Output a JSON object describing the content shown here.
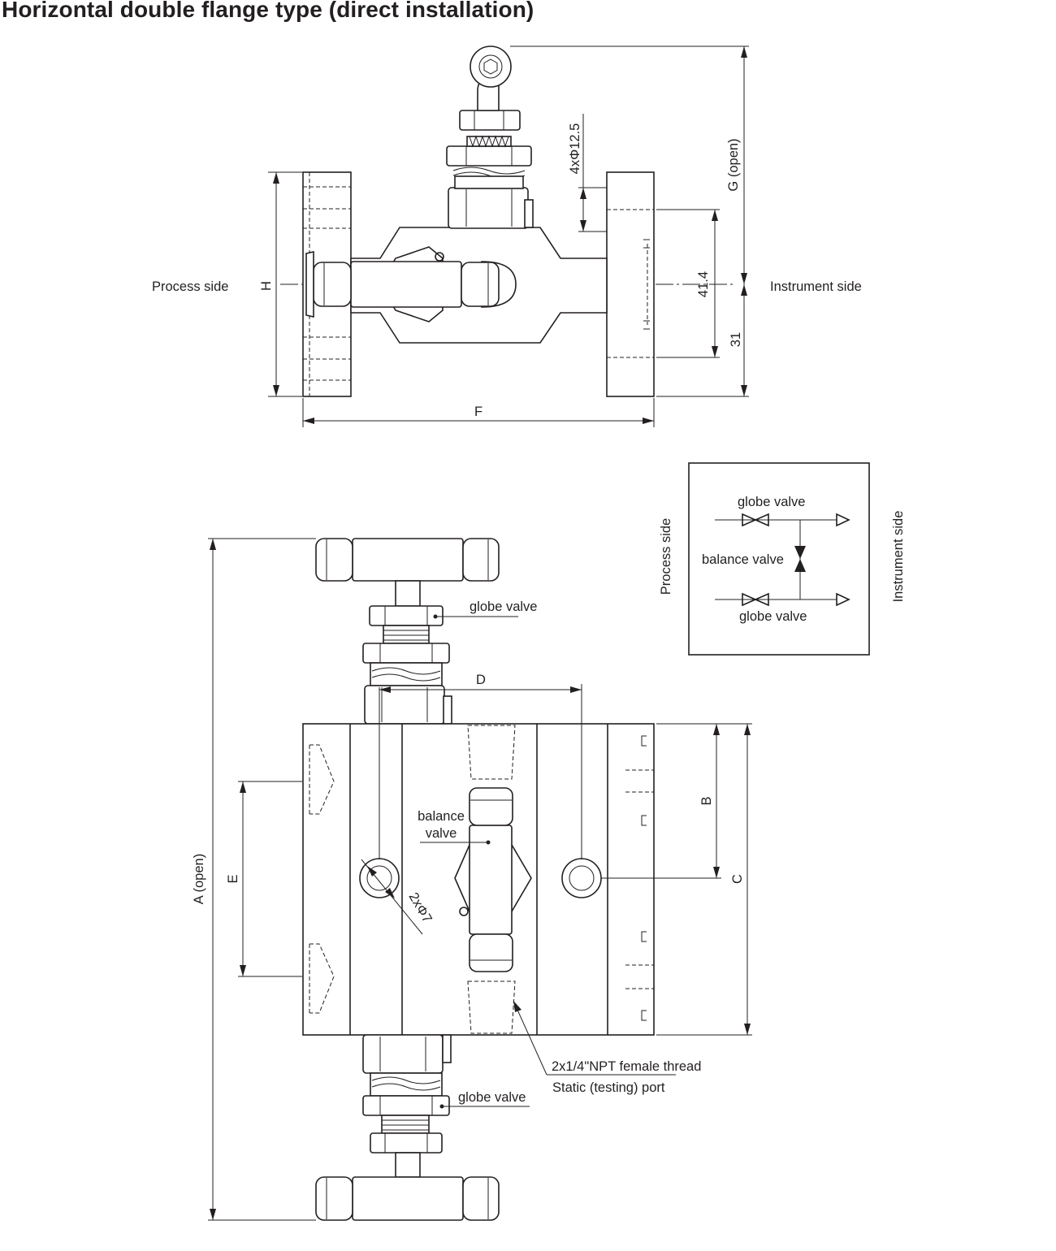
{
  "title": "Horizontal double flange type (direct installation)",
  "top_view": {
    "process_side": "Process side",
    "instrument_side": "Instrument side",
    "dim_h": "H",
    "dim_f": "F",
    "dim_g": "G (open)",
    "dim_holes": "4xΦ12.5",
    "dim_41": "41.4",
    "dim_31": "31"
  },
  "schematic": {
    "process_side": "Process side",
    "instrument_side": "Instrument side",
    "globe_valve_top": "globe valve",
    "balance_valve": "balance valve",
    "globe_valve_bottom": "globe valve"
  },
  "front_view": {
    "globe_valve_top": "globe valve",
    "globe_valve_bottom": "globe valve",
    "balance_valve_line1": "balance",
    "balance_valve_line2": "valve",
    "dim_a": "A (open)",
    "dim_b": "B",
    "dim_c": "C",
    "dim_d": "D",
    "dim_e": "E",
    "dim_holes": "2xΦ7",
    "thread_label": "2x1/4\"NPT female thread",
    "port_label": "Static (testing) port"
  }
}
